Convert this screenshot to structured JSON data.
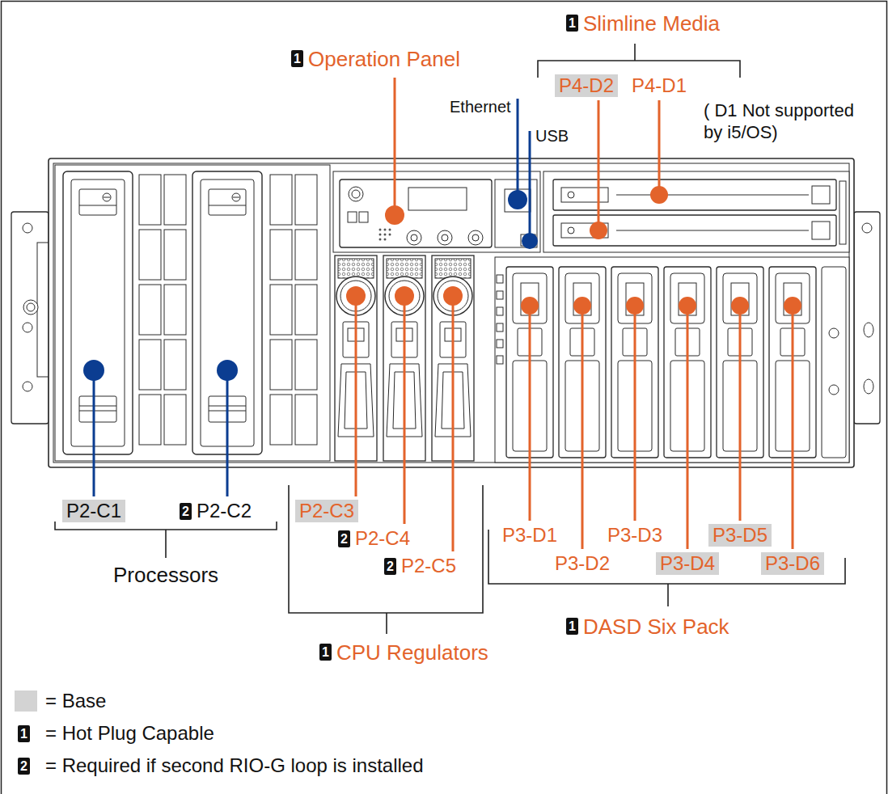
{
  "diagram": {
    "labels": [
      "1",
      "Slimline Media",
      "1",
      "Operation Panel",
      "P4-D2",
      "P4-D1",
      "Ethernet",
      "( D1 Not supported by i5/OS)",
      "USB",
      "P2-C1",
      "2",
      "P2-C2",
      "Processors",
      "P2-C3",
      "2",
      "P2-C4",
      "2",
      "P2-C5",
      "P3-D1",
      "P3-D3",
      "P3-D5",
      "P3-D2",
      "P3-D4",
      "P3-D6",
      "1",
      "CPU Regulators",
      "1",
      "DASD Six Pack",
      "1",
      "2"
    ],
    "legend": [
      {
        "text": "= Base",
        "color": "#d3d3d3"
      },
      {
        "text": "= Hot Plug Capable"
      },
      {
        "text": "= Required if second RIO-G loop is installed"
      }
    ]
  }
}
